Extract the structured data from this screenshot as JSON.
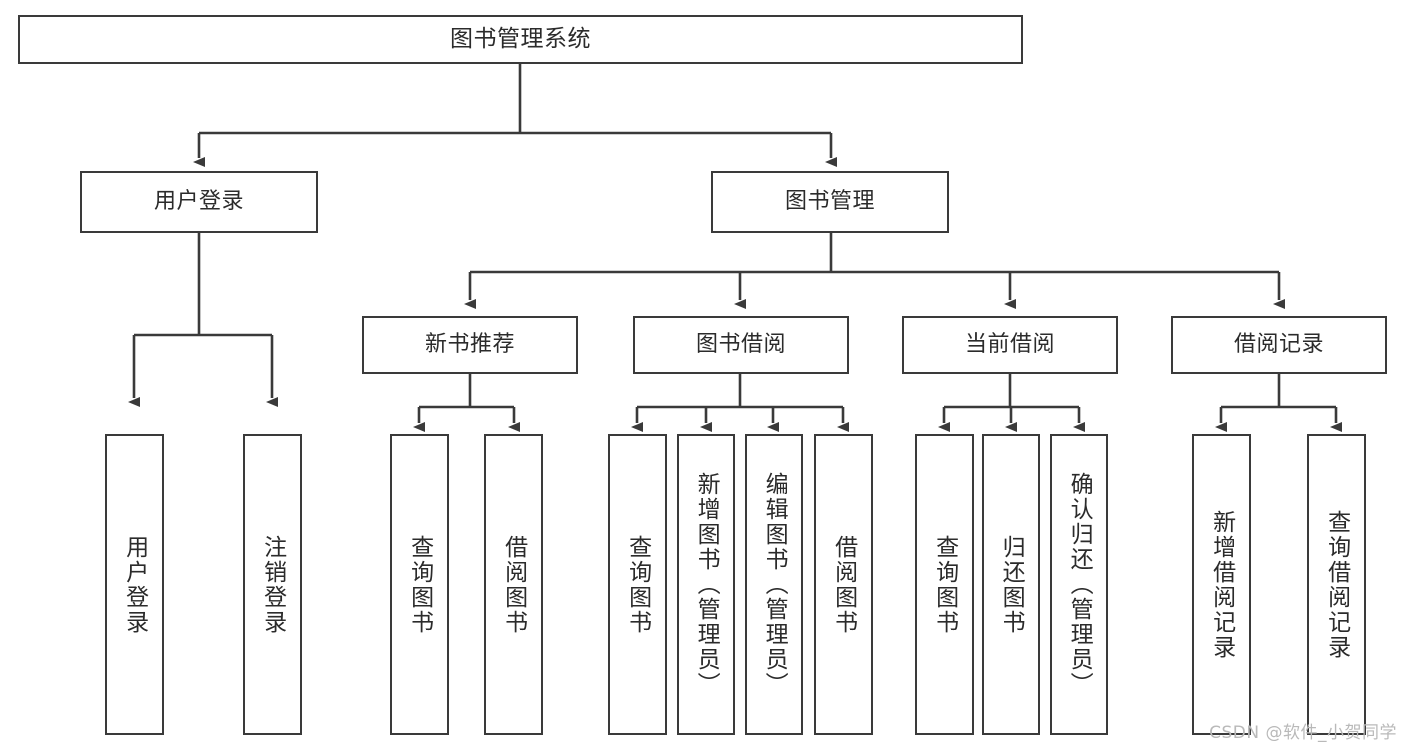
{
  "diagram": {
    "title": "图书管理系统",
    "type": "hierarchy-tree",
    "line_color": "#3a3a3a",
    "box_fill": "#ffffff",
    "text_color": "#2b2b2b"
  },
  "nodes": {
    "root": {
      "label": "图书管理系统"
    },
    "level2": [
      {
        "id": "user-login",
        "label": "用户登录"
      },
      {
        "id": "book-manage",
        "label": "图书管理"
      }
    ],
    "level3": [
      {
        "id": "new-book-recommend",
        "label": "新书推荐"
      },
      {
        "id": "book-borrow",
        "label": "图书借阅"
      },
      {
        "id": "current-borrow",
        "label": "当前借阅"
      },
      {
        "id": "borrow-record",
        "label": "借阅记录"
      }
    ],
    "leaves": {
      "user_login": [
        {
          "id": "leaf-user-login",
          "label": "用户登录"
        },
        {
          "id": "leaf-logout-login",
          "label": "注销登录"
        }
      ],
      "new_book_recommend": [
        {
          "id": "leaf-query-book-1",
          "label": "查询图书"
        },
        {
          "id": "leaf-borrow-book-1",
          "label": "借阅图书"
        }
      ],
      "book_borrow": [
        {
          "id": "leaf-query-book-2",
          "label": "查询图书"
        },
        {
          "id": "leaf-add-book",
          "label": "新增图书（管理员）"
        },
        {
          "id": "leaf-edit-book",
          "label": "编辑图书（管理员）"
        },
        {
          "id": "leaf-borrow-book-2",
          "label": "借阅图书"
        }
      ],
      "current_borrow": [
        {
          "id": "leaf-query-book-3",
          "label": "查询图书"
        },
        {
          "id": "leaf-return-book",
          "label": "归还图书"
        },
        {
          "id": "leaf-confirm-return",
          "label": "确认归还（管理员）"
        }
      ],
      "borrow_record": [
        {
          "id": "leaf-add-borrow-record",
          "label": "新增借阅记录"
        },
        {
          "id": "leaf-query-borrow-record",
          "label": "查询借阅记录"
        }
      ]
    }
  },
  "watermark": {
    "text": "CSDN @软件_小贺同学"
  }
}
